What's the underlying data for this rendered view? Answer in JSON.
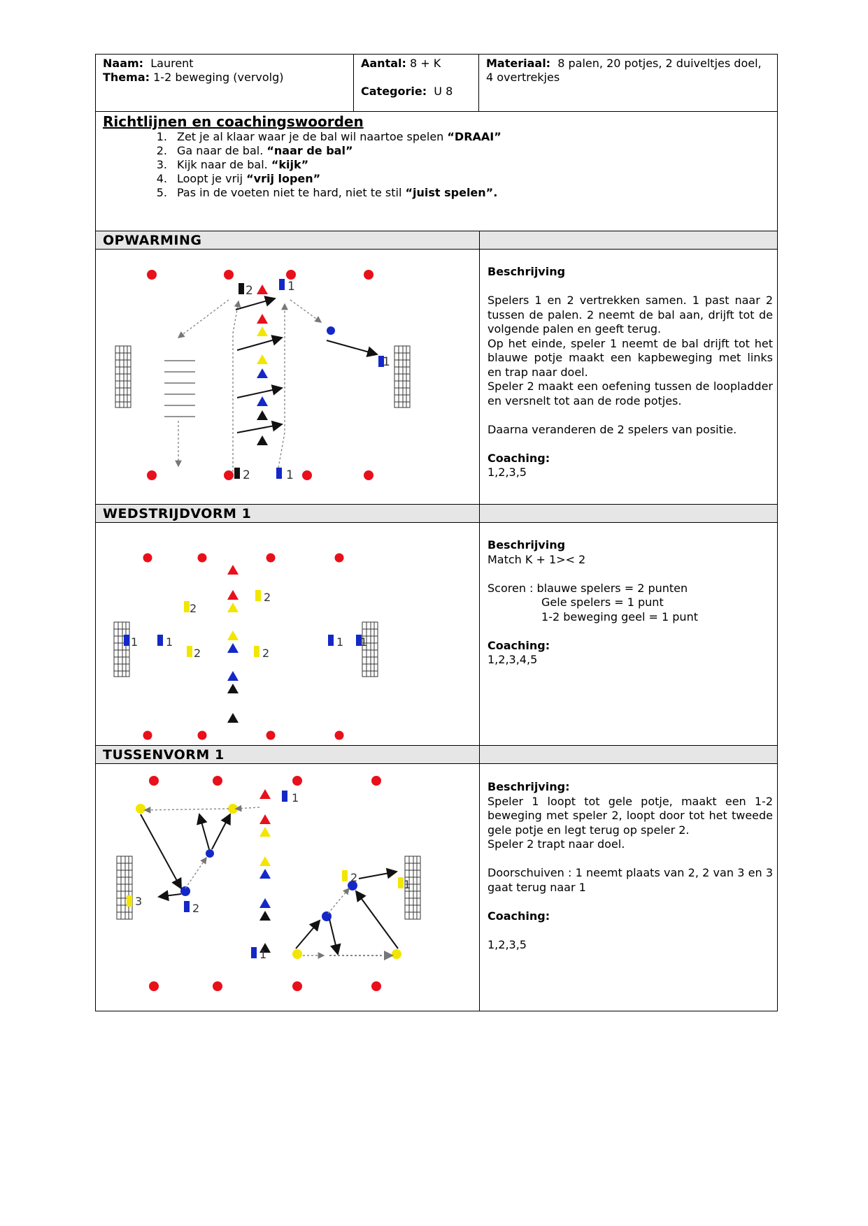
{
  "header": {
    "naam_label": "Naam:",
    "naam_value": "Laurent",
    "thema_label": "Thema:",
    "thema_value": "1-2 beweging (vervolg)",
    "aantal_label": "Aantal:",
    "aantal_value": "8 + K",
    "categorie_label": "Categorie:",
    "categorie_value": "U 8",
    "materiaal_label": "Materiaal:",
    "materiaal_value": "8 palen, 20 potjes, 2 duiveltjes doel, 4 overtrekjes"
  },
  "guidelines": {
    "title": "Richtlijnen en coachingswoorden",
    "items": [
      {
        "num": "1.",
        "text": "Zet je al klaar waar je de bal wil naartoe spelen ",
        "bold": "“DRAAI”"
      },
      {
        "num": "2.",
        "text": "Ga naar de bal. ",
        "bold": "“naar de bal”"
      },
      {
        "num": "3.",
        "text": "Kijk naar de bal. ",
        "bold": "“kijk”"
      },
      {
        "num": "4.",
        "text": "Loopt je vrij ",
        "bold": "“vrij lopen”"
      },
      {
        "num": "5.",
        "text": "Pas in de voeten niet te hard, niet te stil ",
        "bold": "“juist spelen”."
      }
    ]
  },
  "sections": [
    {
      "title": "OPWARMING",
      "desc_heading": "Beschrijving",
      "paragraphs": [
        "Spelers 1 en 2 vertrekken samen. 1 past naar 2 tussen de palen. 2 neemt de bal aan, drijft tot de volgende palen en geeft terug.",
        "Op het einde, speler 1 neemt de bal drijft tot het blauwe potje maakt een kapbeweging met links en trap naar doel.",
        "Speler 2 maakt een oefening tussen de loopladder en versnelt tot aan de rode potjes.",
        "",
        "Daarna veranderen de 2 spelers van positie.",
        ""
      ],
      "coaching_label": "Coaching:",
      "coaching_value": "1,2,3,5"
    },
    {
      "title": "WEDSTRIJDVORM 1",
      "desc_heading": "Beschrijving",
      "paragraphs": [
        "Match K + 1>< 2",
        ""
      ],
      "scoring_label": "Scoren : blauwe spelers = 2 punten",
      "scoring_lines": [
        "Gele spelers = 1 punt",
        "1-2 beweging geel = 1 punt"
      ],
      "coaching_label": "Coaching:",
      "coaching_value": "1,2,3,4,5"
    },
    {
      "title": "TUSSENVORM 1",
      "desc_heading": "Beschrijving:",
      "paragraphs": [
        "Speler 1 loopt tot gele potje, maakt een 1-2 beweging met speler 2, loopt door tot het tweede gele potje en legt terug op speler 2.",
        "Speler 2 trapt naar doel.",
        "",
        "Doorschuiven : 1 neemt plaats van 2, 2 van 3 en 3 gaat terug naar 1",
        ""
      ],
      "coaching_label": "Coaching:",
      "coaching_value": "1,2,3,5"
    }
  ],
  "diagram_labels": {
    "p1": "1",
    "p2": "2",
    "p3": "3"
  },
  "colors": {
    "pole": "#e8101a",
    "cone_red": "#e8101a",
    "cone_yellow": "#f2e600",
    "cone_blue": "#1428c8",
    "cone_black": "#111111",
    "header_bg": "#e6e6e6"
  }
}
